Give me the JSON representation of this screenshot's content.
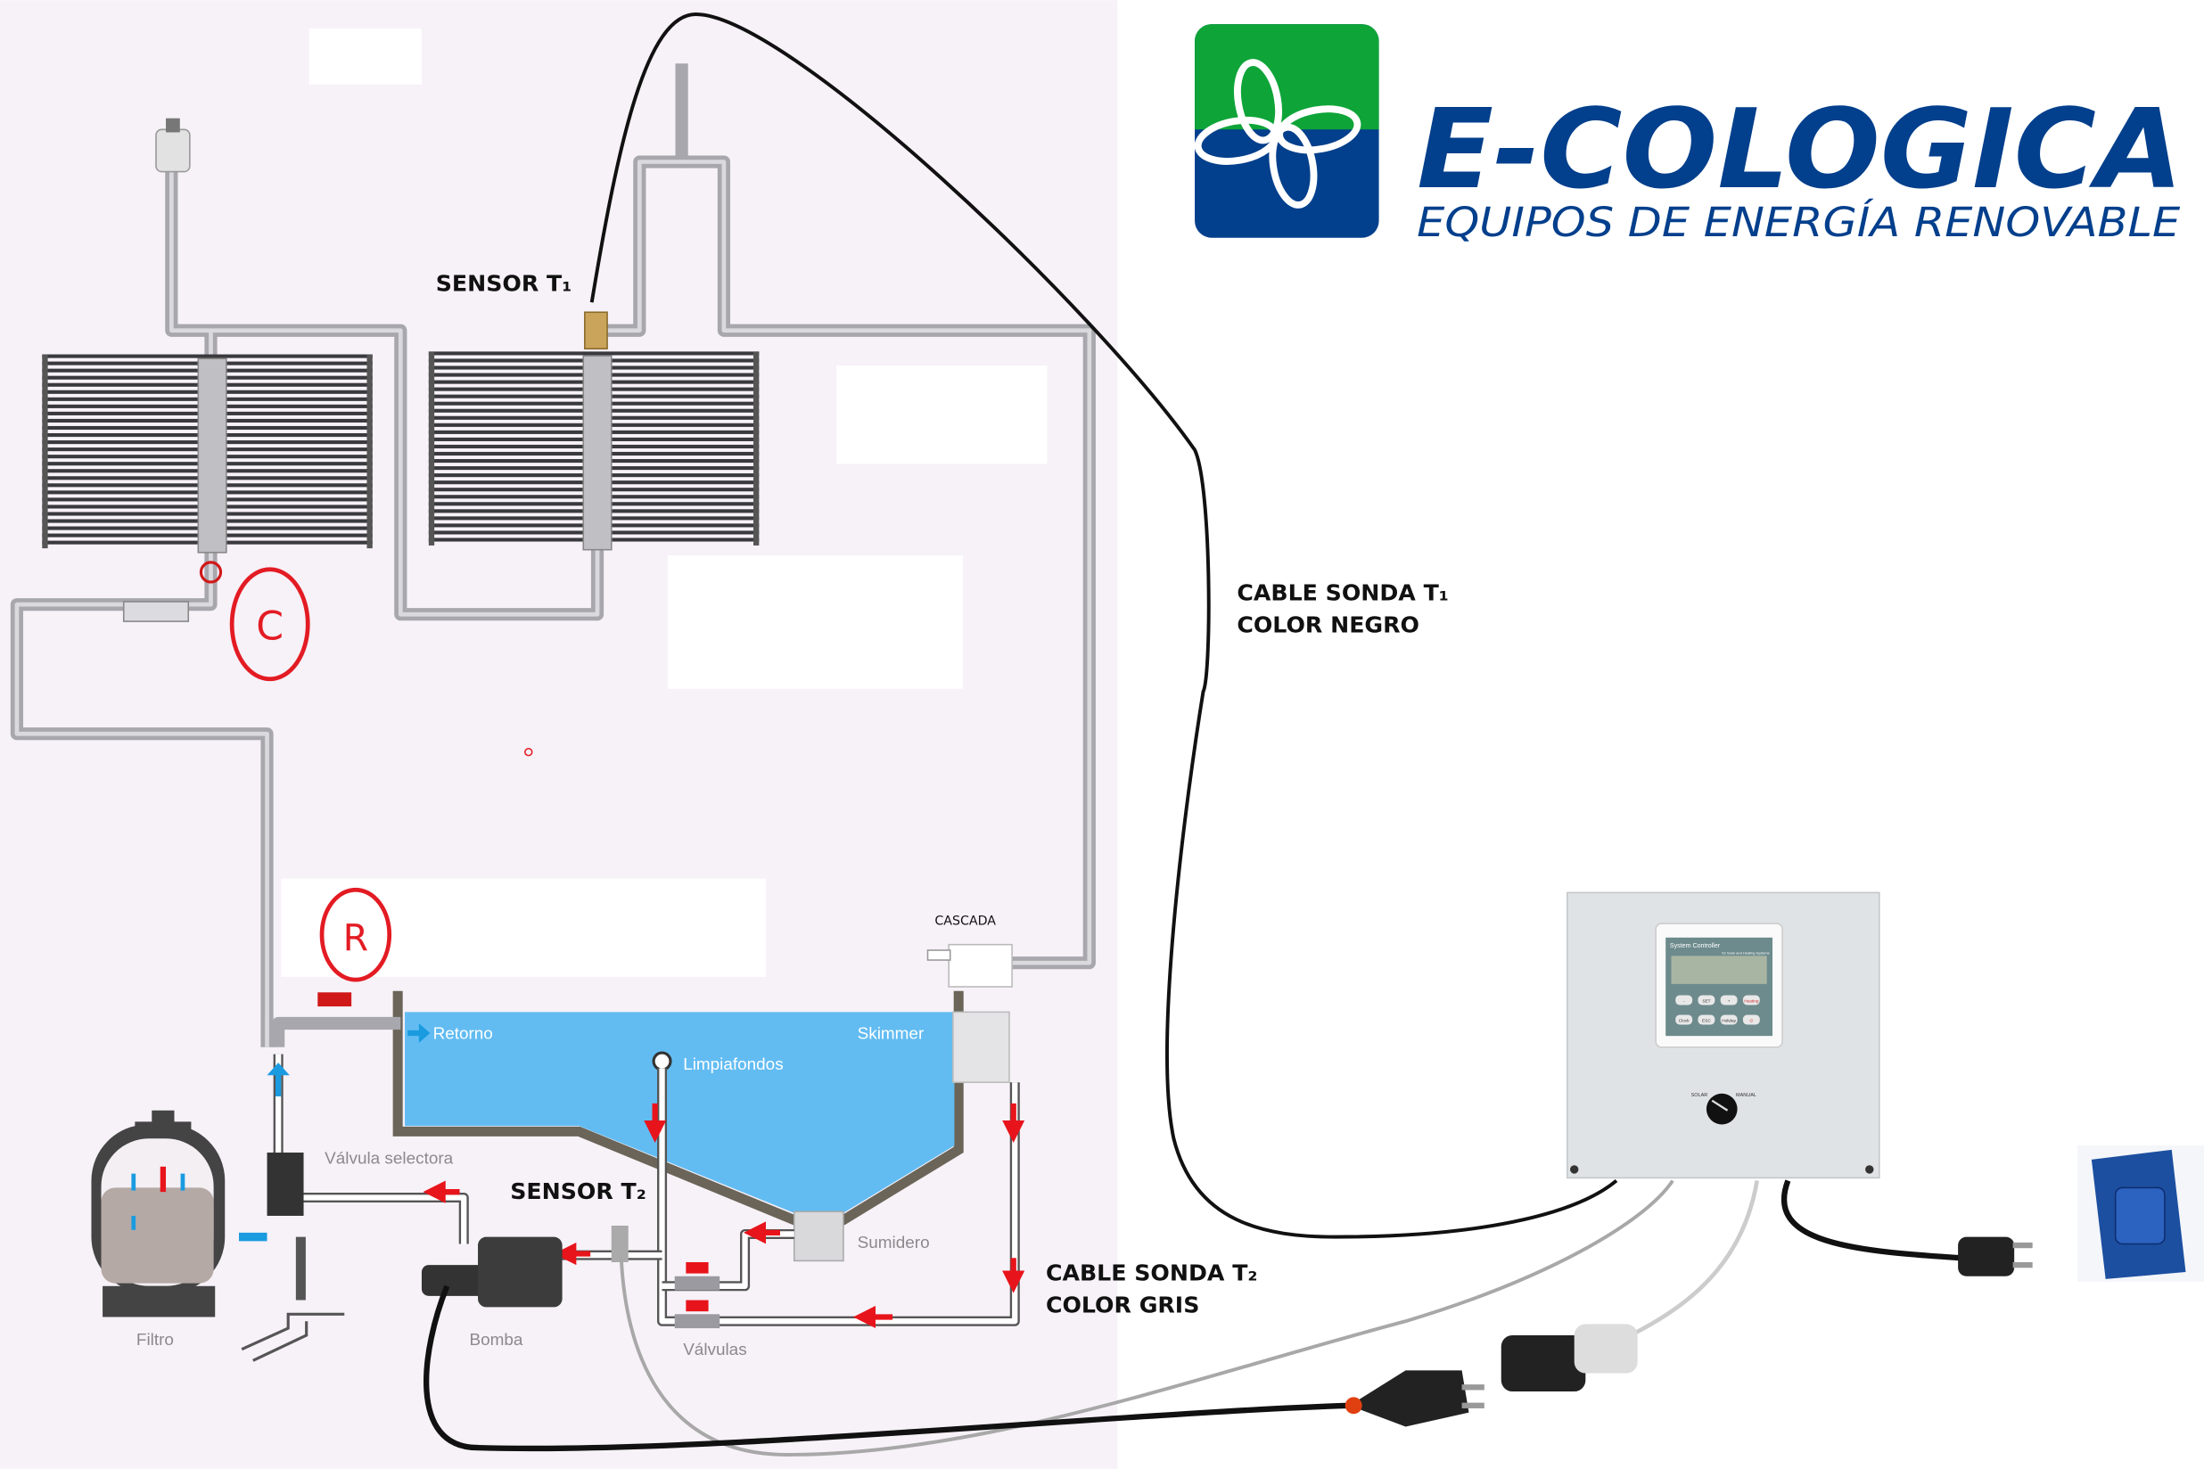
{
  "logo": {
    "brand": "E-COLOGICA",
    "tagline": "EQUIPOS DE ENERGÍA RENOVABLE",
    "colors": {
      "green": "#0fa438",
      "blue": "#023f8c"
    }
  },
  "labels": {
    "sensor_t1": "SENSOR T₁",
    "sensor_t2": "SENSOR T₂",
    "cable_t1_line1": "CABLE SONDA  T₁",
    "cable_t1_line2": "COLOR NEGRO",
    "cable_t2_line1": "CABLE SONDA T₂",
    "cable_t2_line2": "COLOR GRIS",
    "circle_c": "C",
    "circle_r": "R",
    "cascada": "CASCADA"
  },
  "pool_labels": {
    "retorno": "Retorno",
    "skimmer": "Skimmer",
    "limpiafondos": "Limpiafondos",
    "valvula_selectora": "Válvula selectora",
    "sumidero": "Sumidero",
    "filtro": "Filtro",
    "bomba": "Bomba",
    "valvulas": "Válvulas"
  },
  "controller": {
    "title": "System Controller",
    "subtitle": "for Solar and Heating Systems",
    "buttons": [
      "-",
      "SET",
      "+",
      "Heating",
      "Clock",
      "ESC",
      "Holiday",
      "⏻"
    ],
    "switch_left": "SOLAR",
    "switch_right": "MANUAL"
  },
  "colors": {
    "flow_red": "#e8141b",
    "flow_blue": "#1a9be0",
    "pool_water": "#62bcf2",
    "pipe": "#a7a7ad"
  }
}
